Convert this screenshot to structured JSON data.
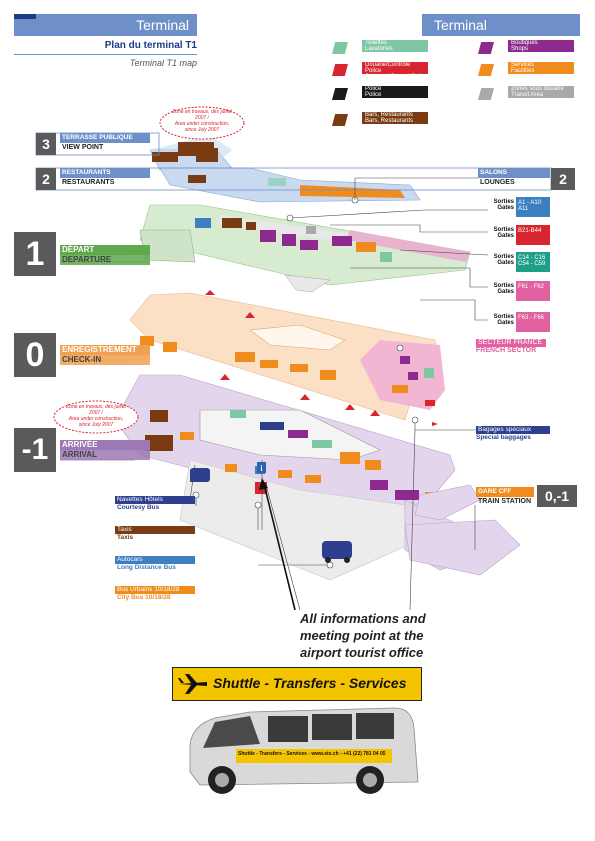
{
  "header": {
    "left_title": "Terminal",
    "right_title": "Terminal",
    "map_title": "Plan du terminal T1",
    "map_subtitle": "Terminal T1 map"
  },
  "legend": [
    {
      "fr": "Toilettes",
      "en": "Lavatories",
      "color": "#7fc6a4",
      "icon": "toilet-icon"
    },
    {
      "fr": "Boutiques",
      "en": "Shops",
      "color": "#8e2a8e",
      "icon": "shop-icon"
    },
    {
      "fr": "Douane/Contrôle Police",
      "en": "Customs/Control Police",
      "color": "#d7262f",
      "icon": "customs-icon"
    },
    {
      "fr": "Services",
      "en": "Facilities",
      "color": "#f08c1e",
      "icon": "services-icon"
    },
    {
      "fr": "Police",
      "en": "Police",
      "color": "#1a1a1a",
      "icon": "police-icon"
    },
    {
      "fr": "Zones sous douane",
      "en": "Transit Area",
      "color": "#a9a9a9",
      "icon": "transit-area-icon"
    },
    {
      "fr": "Bars, Restaurants",
      "en": "Bars, Restaurants",
      "color": "#7a3a12",
      "icon": "restaurant-icon"
    }
  ],
  "levels": [
    {
      "num": "3",
      "fr": "TERRASSE PUBLIQUE",
      "en": "VIEW POINT",
      "color": "#6f8fc8"
    },
    {
      "num": "2",
      "fr": "RESTAURANTS",
      "en": "RESTAURANTS",
      "color": "#6f8fc8"
    },
    {
      "num": "2",
      "fr": "SALONS",
      "en": "LOUNGES",
      "color": "#6f8fc8"
    },
    {
      "num": "1",
      "fr": "DÉPART",
      "en": "DEPARTURE",
      "color": "#5fa84c"
    },
    {
      "num": "0",
      "fr": "ENREGISTREMENT",
      "en": "CHECK-IN",
      "color": "#f0a050"
    },
    {
      "num": "-1",
      "fr": "ARRIVÉE",
      "en": "ARRIVAL",
      "color": "#9c78b4"
    },
    {
      "num": "0,-1",
      "fr": "GARE CFF",
      "en": "TRAIN STATION",
      "color": "#f08c1e"
    }
  ],
  "gates": [
    {
      "label_fr": "Sorties",
      "label_en": "Gates",
      "range": "A1 - A10",
      "range2": "A11",
      "color": "#3d7fc1"
    },
    {
      "label_fr": "Sorties",
      "label_en": "Gates",
      "range": "B21-B44",
      "range2": "",
      "color": "#d7262f"
    },
    {
      "label_fr": "Sorties",
      "label_en": "Gates",
      "range": "C14 - C16",
      "range2": "C54 - C59",
      "color": "#1f9f8a"
    },
    {
      "label_fr": "Sorties",
      "label_en": "Gates",
      "range": "F61 - F62",
      "range2": "",
      "color": "#e060a0"
    },
    {
      "label_fr": "Sorties",
      "label_en": "Gates",
      "range": "F63 - F66",
      "range2": "",
      "color": "#e060a0"
    }
  ],
  "sector": {
    "fr": "SECTEUR FRANCE",
    "en": "FRENCH SECTOR"
  },
  "baggage": {
    "fr": "Bagages spéciaux",
    "en": "Special baggages"
  },
  "construction_note": {
    "fr": "Zone en travaux, dès juillet 2007 /",
    "en": "Area under construction, since July 2007"
  },
  "transport": [
    {
      "fr": "Navettes Hôtels",
      "en": "Courtesy Bus",
      "color": "#2e3f8f"
    },
    {
      "fr": "Taxis",
      "en": "Taxis",
      "color": "#7a3a12"
    },
    {
      "fr": "Autocars",
      "en": "Long Distance Bus",
      "color": "#3d7fc1"
    },
    {
      "fr": "Bus Urbains 10/18/28",
      "en": "City Bus 10/18/28",
      "color": "#f08c1e"
    }
  ],
  "info_text": "All informations and meeting point at the airport tourist office",
  "banner_text": "Shuttle - Transfers - Services",
  "van_text": "Shuttle - Transfers - Services - www.sts.ch - +41 (22) 781 04 05"
}
